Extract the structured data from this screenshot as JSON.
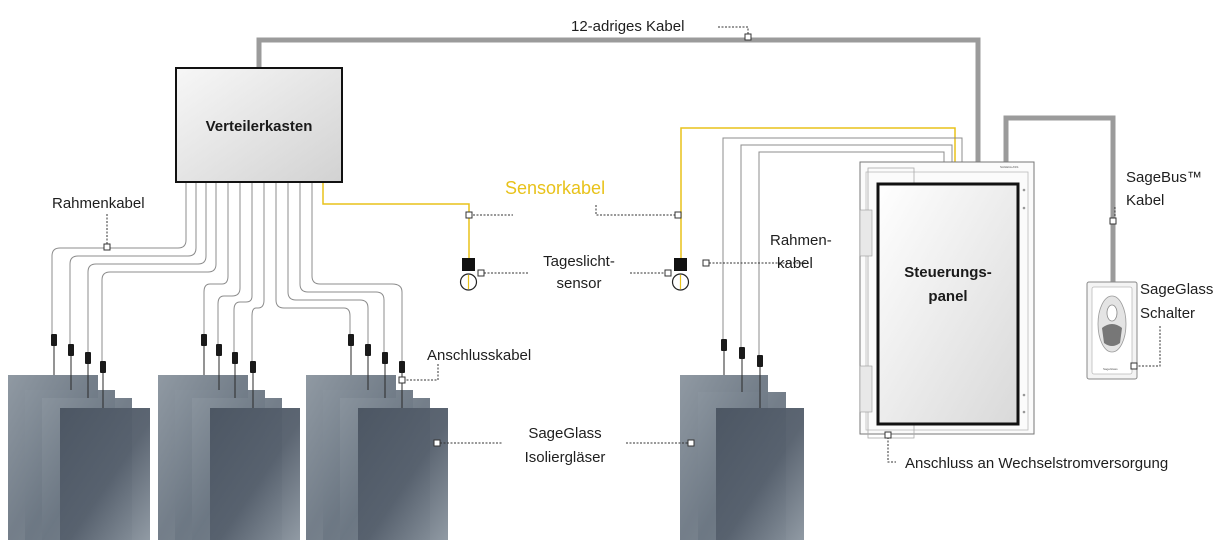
{
  "labels": {
    "cable_12": "12-adriges Kabel",
    "distribution_box": "Verteilerkasten",
    "frame_cable_left": "Rahmenkabel",
    "sensor_cable": "Sensorkabel",
    "daylight_sensor_line1": "Tageslicht-",
    "daylight_sensor_line2": "sensor",
    "frame_cable_right_line1": "Rahmen-",
    "frame_cable_right_line2": "kabel",
    "control_panel_line1": "Steuerungs-",
    "control_panel_line2": "panel",
    "sagebus_line1": "SageBus™",
    "sagebus_line2": "Kabel",
    "switch_line1": "SageGlass",
    "switch_line2": "Schalter",
    "connection_cable": "Anschlusskabel",
    "glass_line1": "SageGlass",
    "glass_line2": "Isoliergläser",
    "ac_supply": "Anschluss an Wechselstromversorgung",
    "switch_brand": "SageGlass"
  },
  "colors": {
    "cable_grey": "#999999",
    "wire_grey": "#9a9a9a",
    "sensor_yellow": "#e8c21a",
    "glass_pane": "#6f7a86",
    "glass_pane_front": "#545f6c",
    "connector": "#1a1a1a",
    "box_border": "#111111"
  },
  "icons": {
    "daylight_sensor": "daylight-sensor-icon",
    "wall_switch": "wall-switch-icon",
    "connector": "connector-plug-icon"
  }
}
